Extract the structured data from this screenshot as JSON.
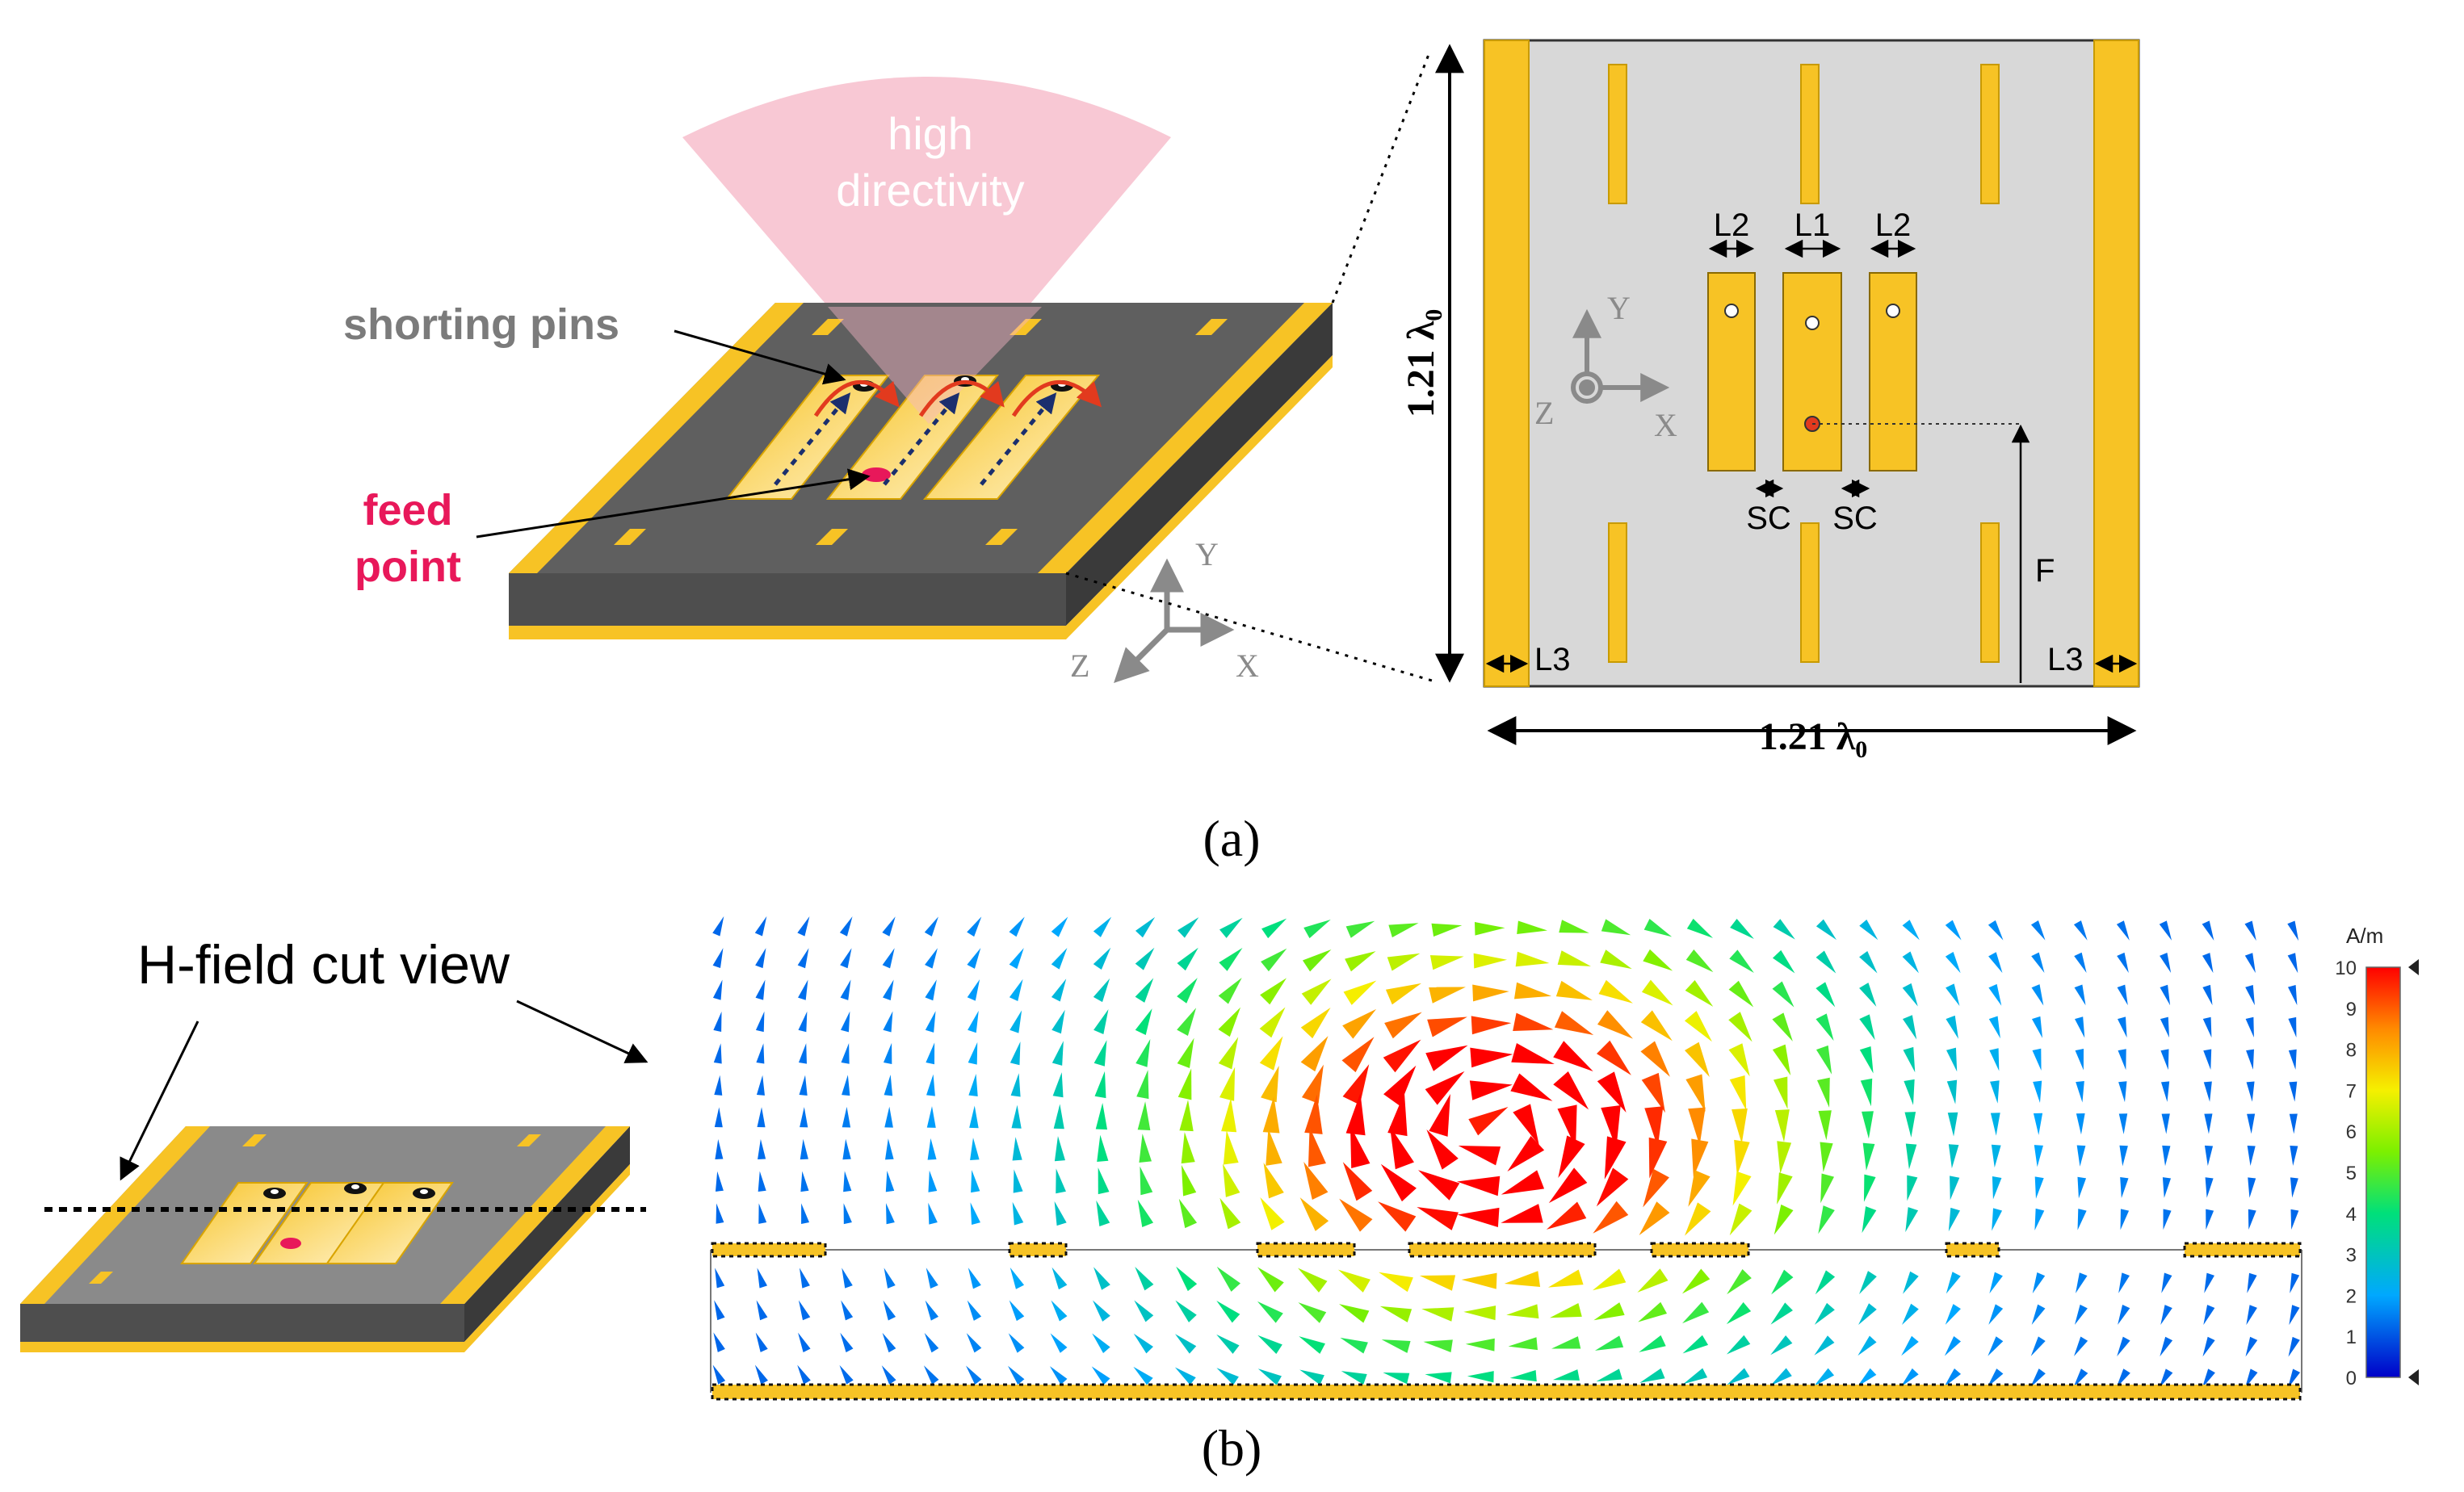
{
  "panel_a": {
    "caption": "(a)",
    "beam_label_line1": "high",
    "beam_label_line2": "directivity",
    "shorting_pins_label": "shorting pins",
    "feed_label_line1": "feed",
    "feed_label_line2": "point",
    "axes3d": {
      "x": "X",
      "y": "Y",
      "z": "Z"
    },
    "top_view": {
      "dim_vertical": "1.21 λ",
      "dim_horizontal": "1.21 λ",
      "dim_subscript": "0",
      "labels": {
        "L1": "L1",
        "L2_left": "L2",
        "L2_right": "L2",
        "SC_left": "SC",
        "SC_right": "SC",
        "F": "F",
        "L3_left": "L3",
        "L3_right": "L3"
      },
      "axes": {
        "x": "X",
        "y": "Y",
        "z": "Z"
      }
    }
  },
  "panel_b": {
    "caption": "(b)",
    "cut_view_label": "H-field cut view",
    "colorbar": {
      "unit": "A/m",
      "ticks": [
        "10",
        "9",
        "8",
        "7",
        "6",
        "5",
        "4",
        "3",
        "2",
        "1",
        "0"
      ],
      "min": 0,
      "max": 10
    }
  },
  "colors": {
    "metal": "#f7c325",
    "metal_light": "#ffe18a",
    "substrate_dark": "#5a5a5a",
    "substrate_top_view": "#d8d8d8",
    "beam": "#f6b6c6",
    "feed": "#e8185a",
    "arrow_blue": "#1b2f6e",
    "current_red": "#e23a1e"
  }
}
